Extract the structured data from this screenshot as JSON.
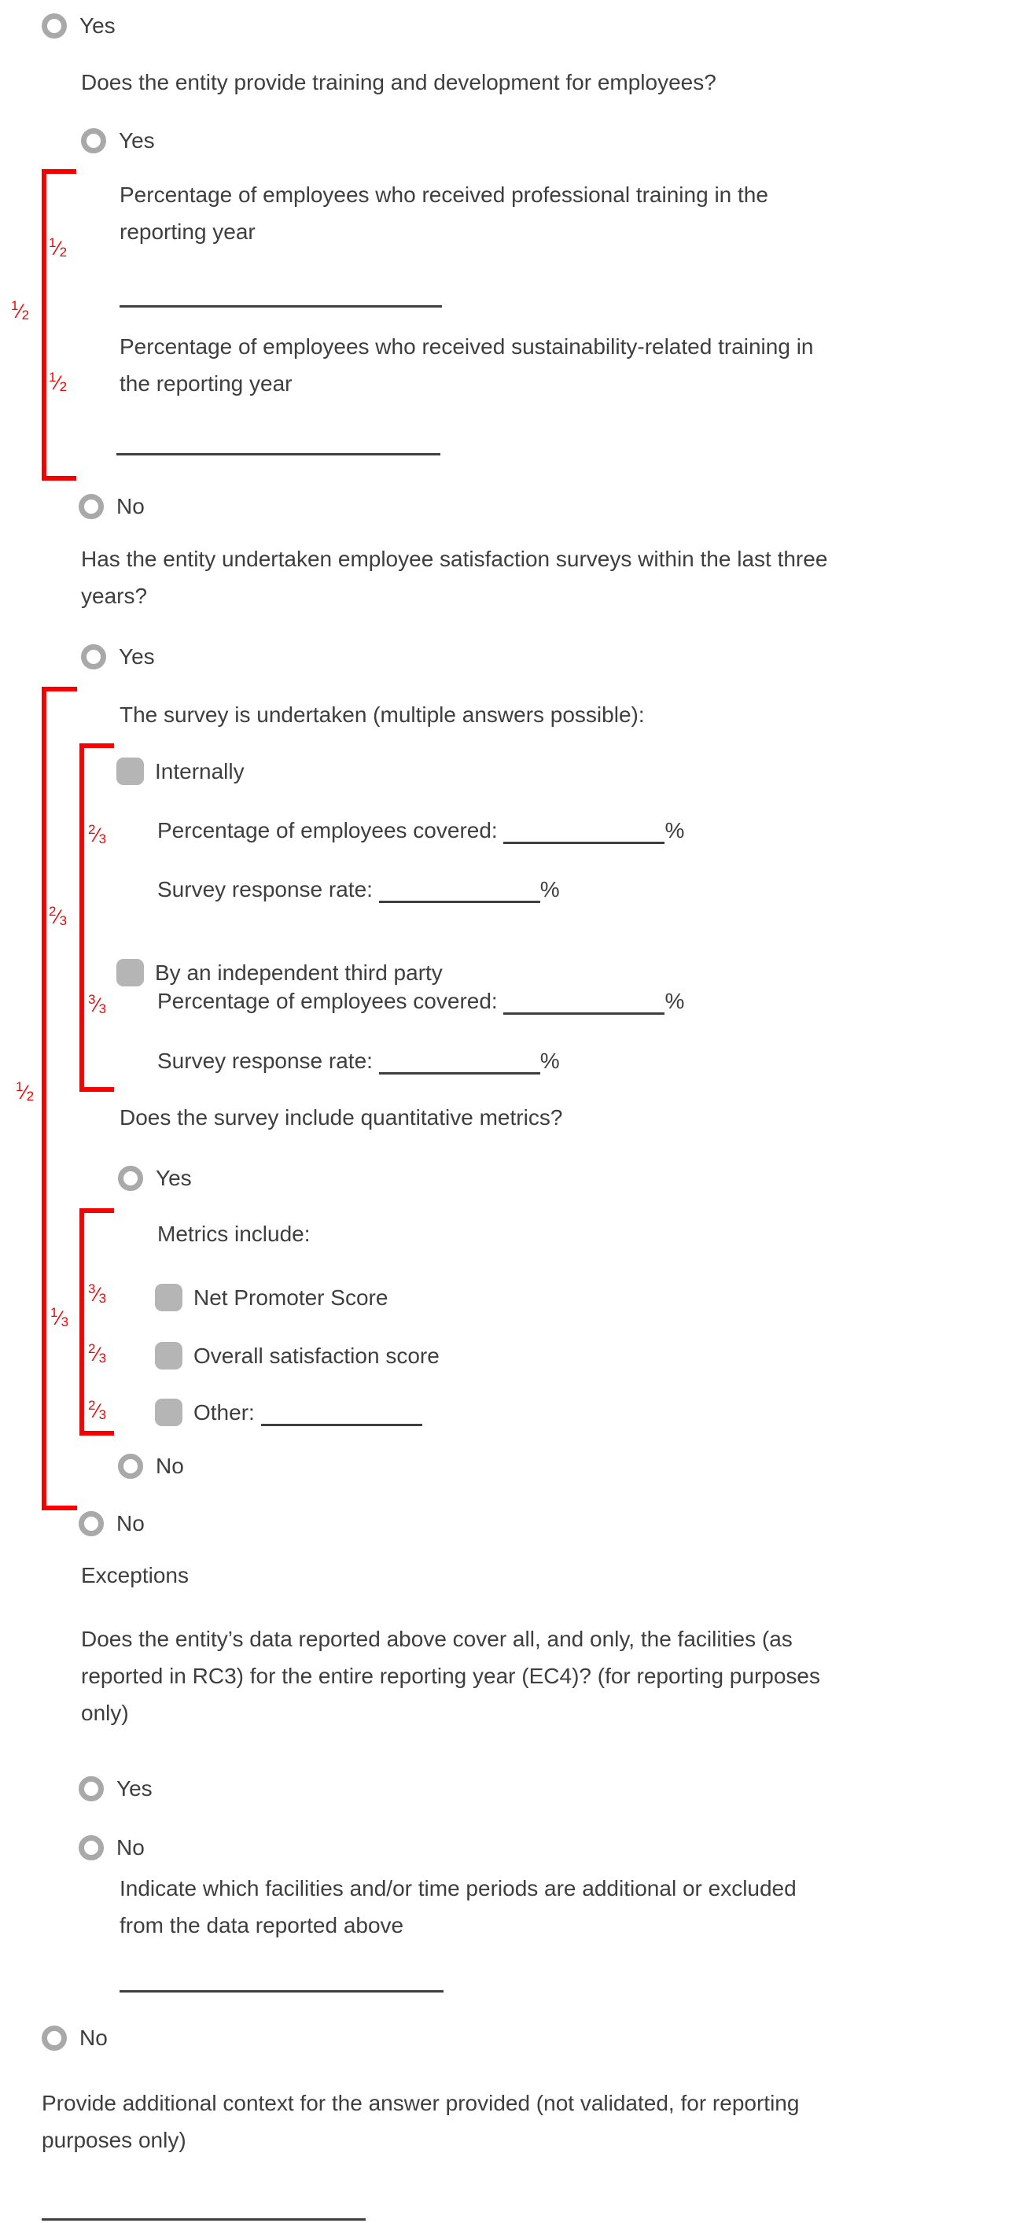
{
  "colors": {
    "annotation_red": "#f80000",
    "control_gray": "#a9a9a9",
    "checkbox_gray": "#b5b5b5",
    "text_gray": "#3e3e3e"
  },
  "labels": {
    "yes": "Yes",
    "no": "No"
  },
  "training": {
    "question": "Does the entity provide training and development for employees?",
    "professional_label": "Percentage of employees who received professional training in the\nreporting year",
    "sustainability_label": "Percentage of employees who received sustainability-related training in\nthe reporting year"
  },
  "survey": {
    "question": "Has the entity undertaken employee satisfaction surveys within the last three\nyears?",
    "undertaken_question": "The survey is undertaken (multiple answers possible):",
    "internally_label": "Internally",
    "third_party_label": "By an independent third party",
    "pct_covered_label": "Percentage of employees covered:",
    "response_rate_label": "Survey response rate:",
    "percent": "%",
    "quant_question": "Does the survey include quantitative metrics?",
    "metrics_include_label": "Metrics include:",
    "nps_label": "Net Promoter Score",
    "overall_label": "Overall satisfaction score",
    "other_label": "Other:"
  },
  "exceptions": {
    "title": "Exceptions",
    "question": "Does the entity’s data reported above cover all, and only, the facilities (as\nreported in RC3) for the entire reporting year (EC4)? (for reporting purposes\nonly)",
    "indicate_label": "Indicate which facilities and/or time periods are additional or excluded\nfrom the data reported above"
  },
  "context": {
    "label": "Provide additional context for the answer provided (not validated, for reporting\npurposes only)"
  },
  "fractions": {
    "slash": "⁄",
    "training_bracket": {
      "num": "1",
      "den": "2"
    },
    "training_field1": {
      "num": "1",
      "den": "2"
    },
    "training_field2": {
      "num": "1",
      "den": "2"
    },
    "survey_bracket": {
      "num": "1",
      "den": "2"
    },
    "undertaken_bracket": {
      "num": "2",
      "den": "3"
    },
    "undertaken_field1": {
      "num": "2",
      "den": "3"
    },
    "undertaken_field2": {
      "num": "3",
      "den": "3"
    },
    "metrics_bracket": {
      "num": "1",
      "den": "3"
    },
    "metrics_nps": {
      "num": "3",
      "den": "3"
    },
    "metrics_overall": {
      "num": "2",
      "den": "3"
    },
    "metrics_other": {
      "num": "2",
      "den": "3"
    }
  }
}
